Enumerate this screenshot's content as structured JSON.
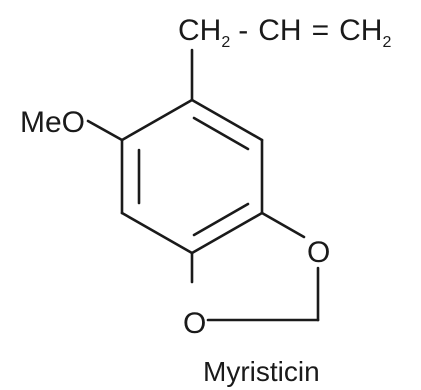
{
  "molecule": {
    "name": "Myristicin",
    "side_chain": {
      "ch2_a": "CH",
      "sub_a": "2",
      "dash": "-",
      "ch": "CH",
      "equals": "=",
      "ch2_b": "CH",
      "sub_b": "2"
    },
    "substituent": "MeO",
    "ring_oxygen_top": "O",
    "ring_oxygen_bottom": "O"
  }
}
